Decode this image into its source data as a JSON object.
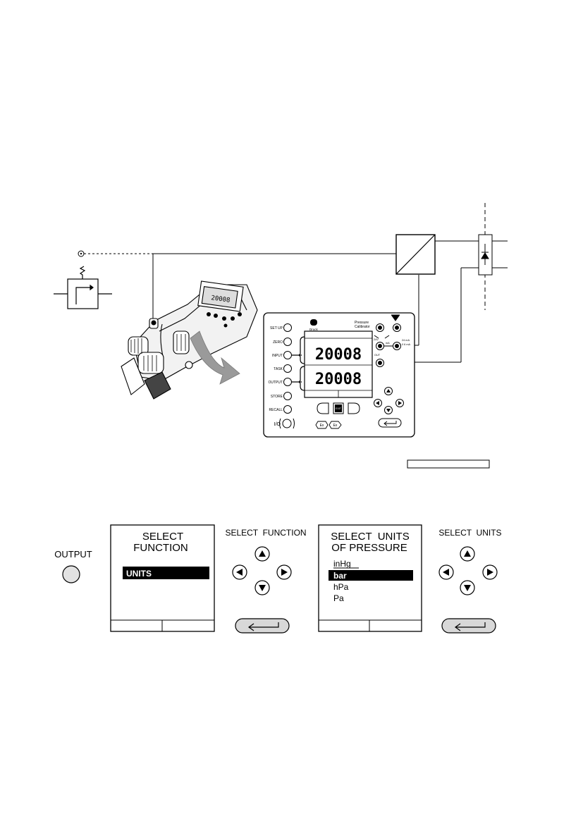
{
  "calibrator": {
    "brand_label": "Druck",
    "product_label_1": "Pressure",
    "product_label_2": "Calibrator",
    "left_buttons": [
      "SET UP",
      "ZERO",
      "INPUT",
      "TASK",
      "OUTPUT",
      "STORE",
      "RECALL"
    ],
    "power_label": "I/O",
    "display_top_value": "20008",
    "display_bottom_value": "20008",
    "terminal_label_1": "24V",
    "terminal_label_2": "mA",
    "terminal_label_3": "24 mA",
    "terminal_label_4": "0 6 mA",
    "terminal_label_5": "OUT",
    "center_key_label": "EXIT",
    "ex_mark_1": "Ex",
    "ex_mark_2": "Ex"
  },
  "steps": {
    "output_button_label": "OUTPUT",
    "screen1": {
      "title_line1": "SELECT",
      "title_line2": "FUNCTION",
      "selected_item": "UNITS"
    },
    "nav1_label": "SELECT  FUNCTION",
    "screen2": {
      "title_line1": "SELECT  UNITS",
      "title_line2": "OF PRESSURE",
      "options": [
        "inHg",
        "bar",
        "hPa",
        "Pa"
      ],
      "selected_index": 1
    },
    "nav2_label": "SELECT  UNITS"
  }
}
